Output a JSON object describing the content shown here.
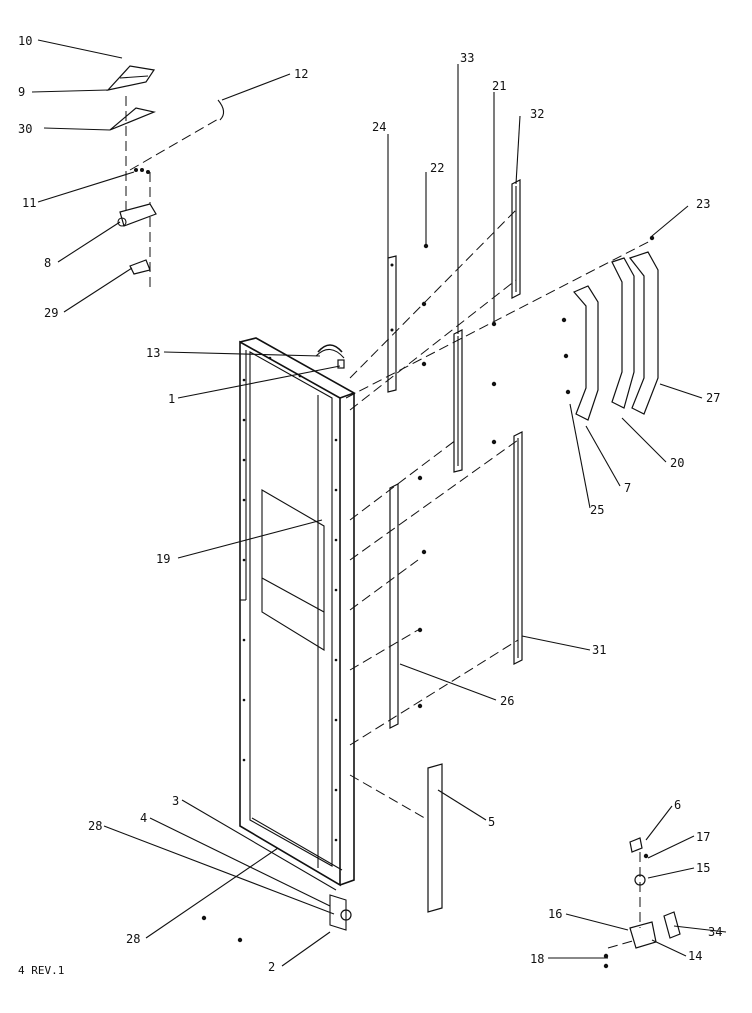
{
  "diagram": {
    "callouts": [
      "10",
      "9",
      "30",
      "12",
      "11",
      "8",
      "29",
      "24",
      "22",
      "33",
      "21",
      "32",
      "23",
      "13",
      "1",
      "27",
      "20",
      "7",
      "25",
      "19",
      "31",
      "26",
      "5",
      "3",
      "4",
      "28",
      "28",
      "2",
      "6",
      "17",
      "15",
      "16",
      "34",
      "14",
      "18"
    ],
    "footer": "4 REV.1"
  }
}
